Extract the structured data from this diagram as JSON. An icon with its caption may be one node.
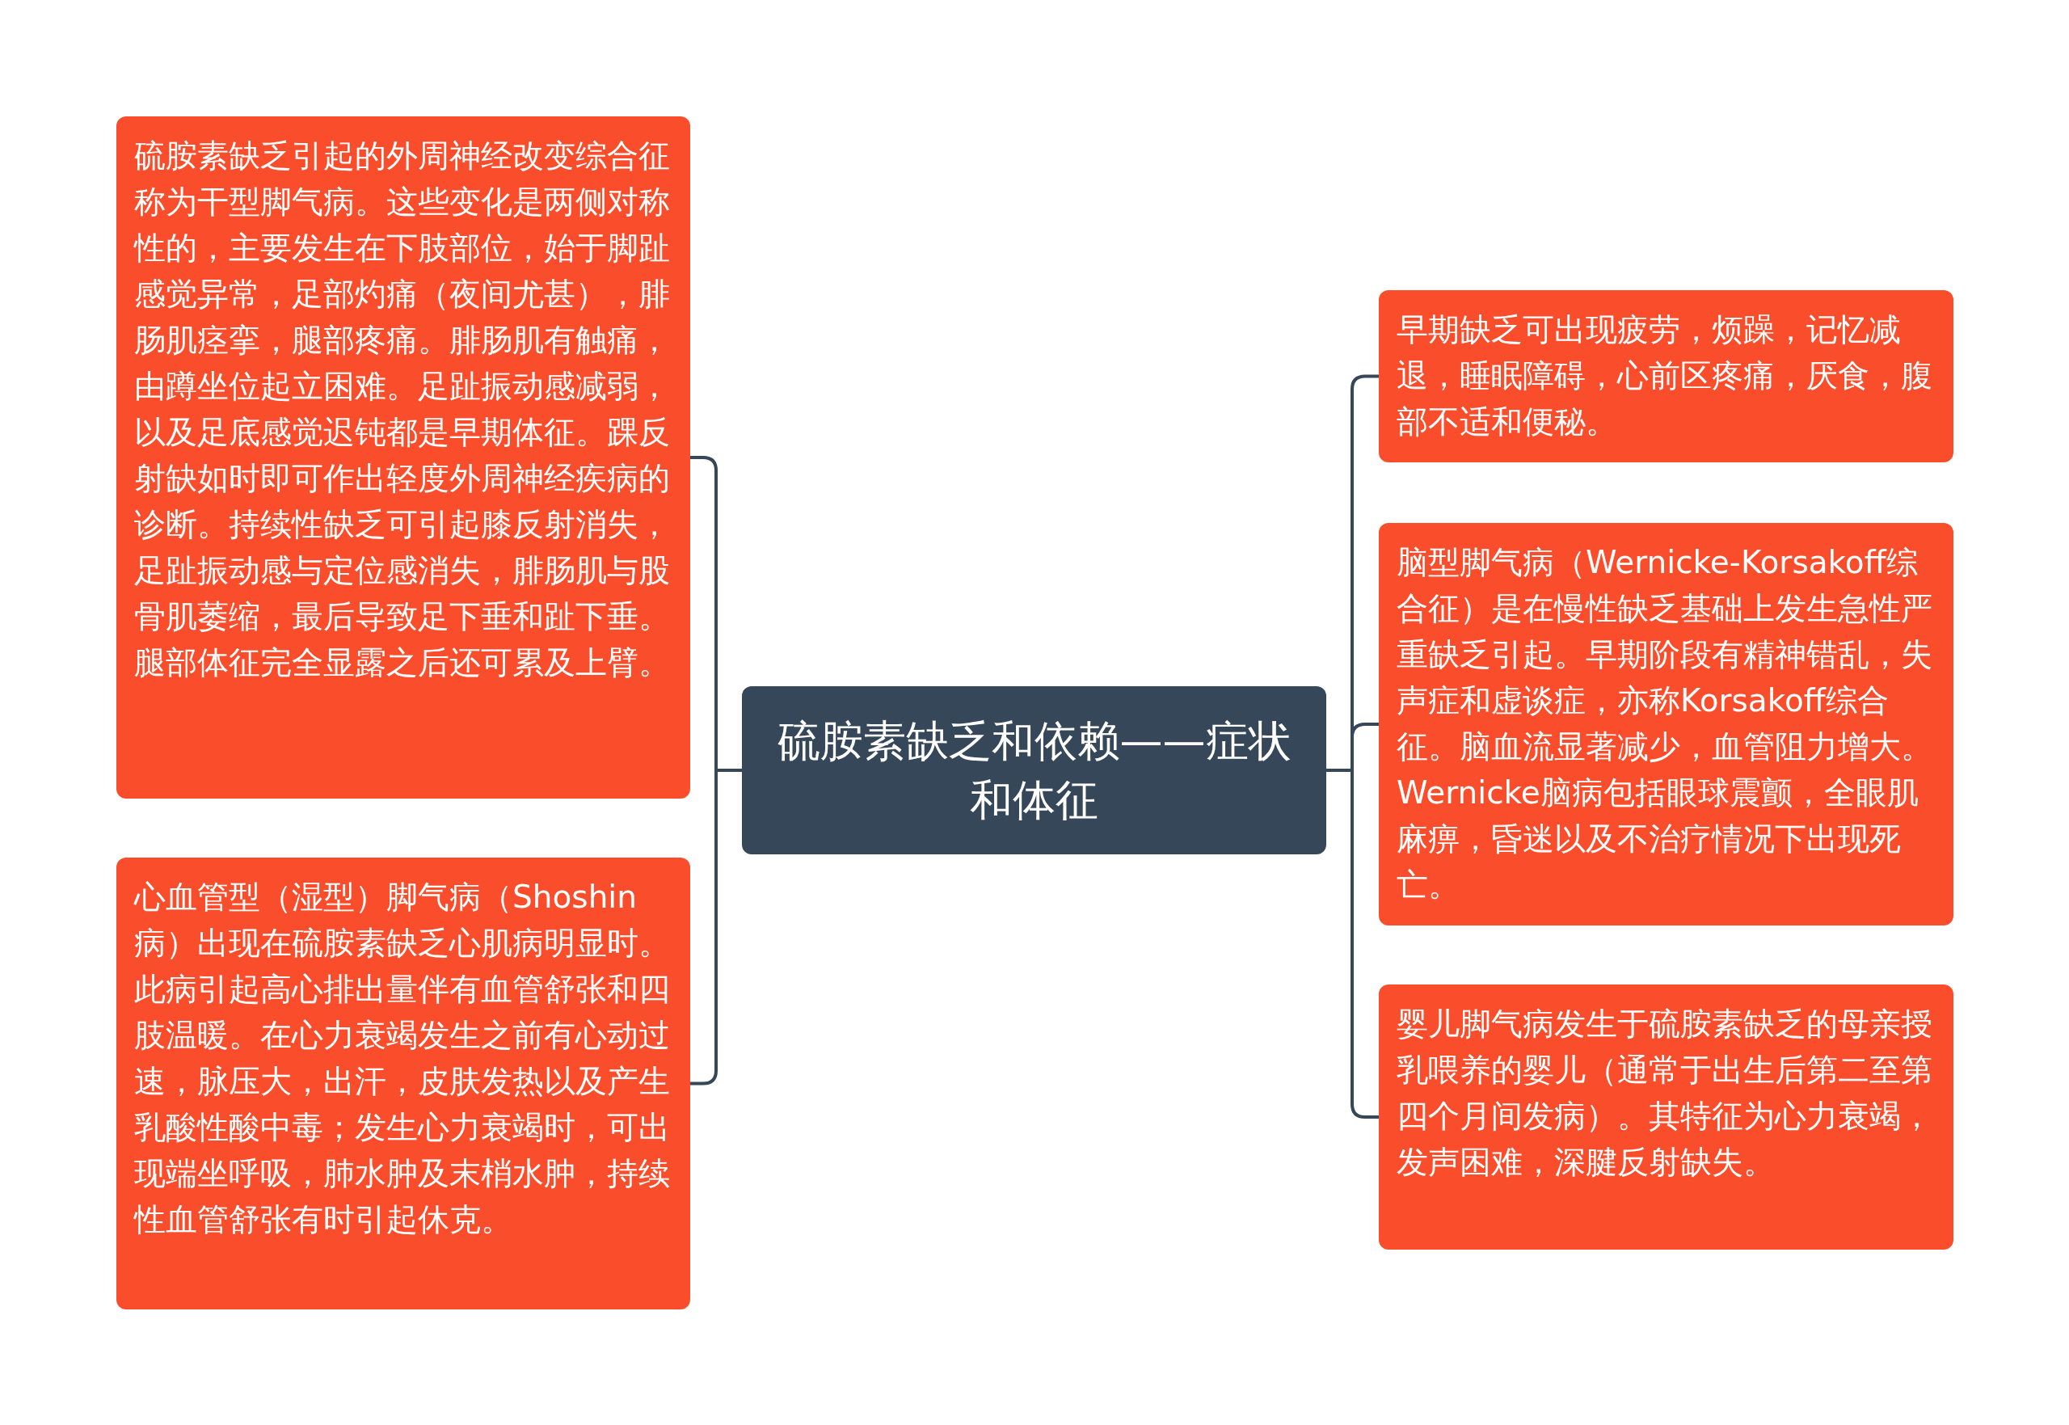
{
  "diagram": {
    "nodes": [
      {
        "text": [
          "硫胺素缺乏和依赖——症状和体征"
        ]
      },
      {
        "text": [
          "硫胺素缺乏引起的外周神经改变综合征称为干型脚气病。这些变化是两侧对称性的，主要发生在下肢部位，始于脚趾感觉异常，足部灼痛（夜间尤甚），腓肠肌痉挛，腿部疼痛。腓肠肌有触痛，由蹲坐位起立困难。足趾振动感减弱，以及足底感觉迟钝都是早期体征。踝反射缺如时即可作出轻度外周神经疾病的诊断。持续性缺乏可引起膝反射消失，足趾振动感与定位感消失，腓肠肌与股骨肌萎缩，最后导致足下垂和趾下垂。腿部体征完全显露之后还可累及上臂。"
        ]
      },
      {
        "text": [
          "心血管型（湿型）脚气病（Shoshin病）出现在硫胺素缺乏心肌病明显时。此病引起高心排出量伴有血管舒张和四肢温暖。在心力衰竭发生之前有心动过速，脉压大，出汗，皮肤发热以及产生乳酸性酸中毒；发生心力衰竭时，可出现端坐呼吸，肺水肿及末梢水肿，持续性血管舒张有时引起休克。"
        ]
      },
      {
        "text": [
          "早期缺乏可出现疲劳，烦躁，记忆减退，睡眠障碍，心前区疼痛，厌食，腹部不适和便秘。"
        ]
      },
      {
        "text": [
          "脑型脚气病（Wernicke-Korsakoff综合征）是在慢性缺乏基础上发生急性严重缺乏引起。早期阶段有精神错乱，失声症和虚谈症，亦称Korsakoff综合征。脑血流显著减少，血管阻力增大。Wernicke脑病包括眼球震颤，全眼肌麻痹，昏迷以及不治疗情况下出现死亡。"
        ]
      },
      {
        "text": [
          "婴儿脚气病发生于硫胺素缺乏的母亲授乳喂养的婴儿（通常于出生后第二至第四个月间发病）。其特征为心力衰竭，发声困难，深腱反射缺失。"
        ]
      }
    ],
    "edges": [
      {
        "from": 0,
        "to": 1,
        "arrow": "none"
      },
      {
        "from": 0,
        "to": 2,
        "arrow": "none"
      },
      {
        "from": 0,
        "to": 3,
        "arrow": "none"
      },
      {
        "from": 0,
        "to": 4,
        "arrow": "none"
      },
      {
        "from": 0,
        "to": 5,
        "arrow": "none"
      }
    ]
  }
}
